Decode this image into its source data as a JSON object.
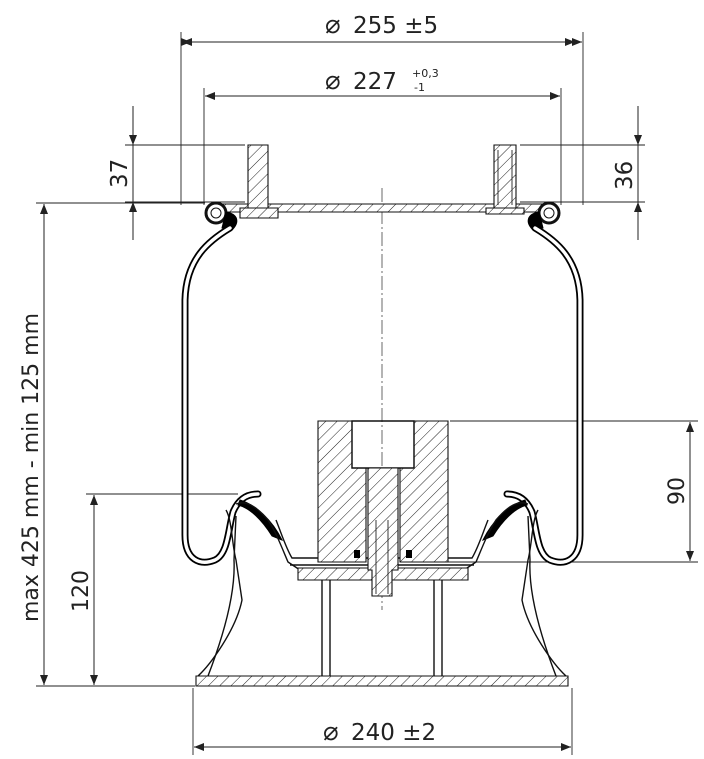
{
  "dimensions": {
    "outer_diameter": "255 ±5",
    "plate_diameter": "227",
    "plate_tol_upper": "+0,3",
    "plate_tol_lower": "-1",
    "left_stud_height": "37",
    "right_stud_height": "36",
    "height_range": "max 425 mm - min 125 mm",
    "piston_height": "120",
    "insert_height": "90",
    "base_diameter": "240 ±2"
  },
  "symbols": {
    "diameter": "⌀"
  }
}
